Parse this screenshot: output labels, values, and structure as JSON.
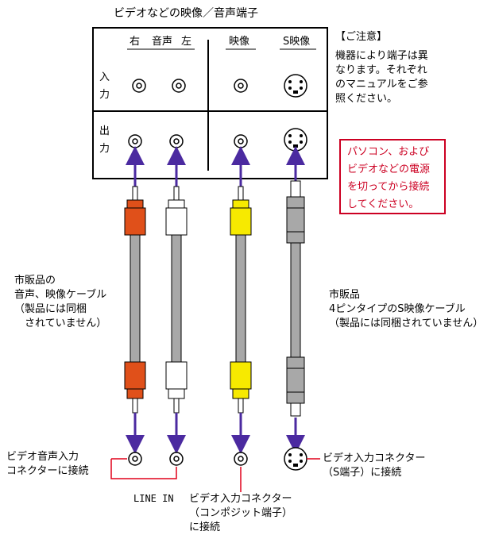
{
  "title": "ビデオなどの映像／音声端子",
  "panel": {
    "col_right": "右",
    "col_audio": "音声",
    "col_left": "左",
    "col_video": "映像",
    "col_svideo": "S映像",
    "row_input_1": "入",
    "row_input_2": "力",
    "row_output_1": "出",
    "row_output_2": "力"
  },
  "caution": {
    "heading": "【ご注意】",
    "lines": [
      "機器により端子は異",
      "なります。それぞれ",
      "のマニュアルをご参",
      "照ください。"
    ]
  },
  "warning": {
    "lines": [
      "パソコン、および",
      "ビデオなどの電源",
      "を切ってから接続",
      "してください。"
    ],
    "color": "#cc0022"
  },
  "label_left_cable": [
    "市販品の",
    "音声、映像ケーブル",
    "（製品には同梱",
    "　されていません）"
  ],
  "label_right_cable": [
    "市販品",
    "4ピンタイプのS映像ケーブル",
    "（製品には同梱されていません）"
  ],
  "label_audio_in": [
    "ビデオ音声入力",
    "コネクターに接続"
  ],
  "label_line_in": "LINE IN",
  "label_video_in": [
    "ビデオ入力コネクター",
    "（コンポジット端子）",
    "に接続"
  ],
  "label_svideo_in": [
    "ビデオ入力コネクター",
    "（S端子）に接続"
  ],
  "colors": {
    "arrow": "#4b2aa0",
    "plug_red": "#e0501a",
    "plug_white": "#ffffff",
    "plug_yellow": "#f7ea00",
    "plug_gray": "#a8a8a8",
    "bracket": "#e0001a"
  }
}
